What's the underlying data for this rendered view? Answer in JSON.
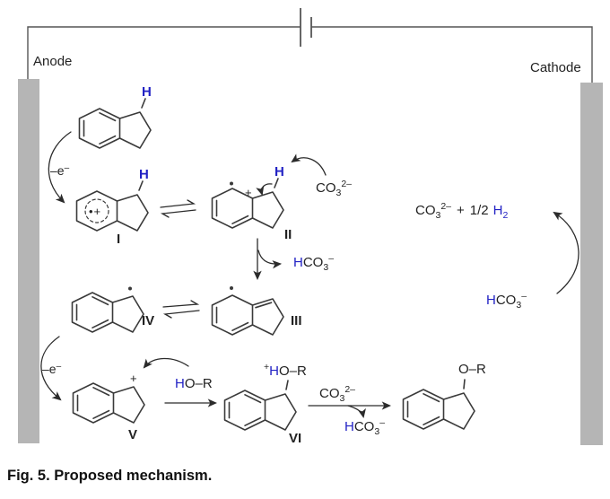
{
  "figure": {
    "caption": "Fig. 5. Proposed mechanism."
  },
  "cell": {
    "anode": "Anode",
    "cathode": "Cathode"
  },
  "colors": {
    "heteroatom_blue": "#2222c4",
    "bond_black": "#3a3a3a",
    "electrode_gray": "#b5b5b5"
  },
  "steps": {
    "minus_e": {
      "base": "–e",
      "sup": "–"
    }
  },
  "formulas": {
    "carbonate": {
      "main": "CO",
      "sub": "3",
      "sup": "2–"
    },
    "bicarbonate": {
      "h": "H",
      "main": "CO",
      "sub": "3",
      "sup": "–"
    },
    "hydrogen": {
      "plus": "+",
      "coeff": "1/2",
      "h": "H",
      "sub": "2"
    },
    "alcohol": {
      "h": "H",
      "rest": "O–R"
    },
    "adduct": {
      "sup_plus": "+",
      "h": "H",
      "rest": "O–R"
    },
    "ether": {
      "rest": "O–R"
    }
  },
  "atoms": {
    "h": "H",
    "plus": "+",
    "dot": "•",
    "radical_cation": "•+"
  },
  "intermediates": {
    "i": "I",
    "ii": "II",
    "iii": "III",
    "iv": "IV",
    "v": "V",
    "vi": "VI"
  }
}
